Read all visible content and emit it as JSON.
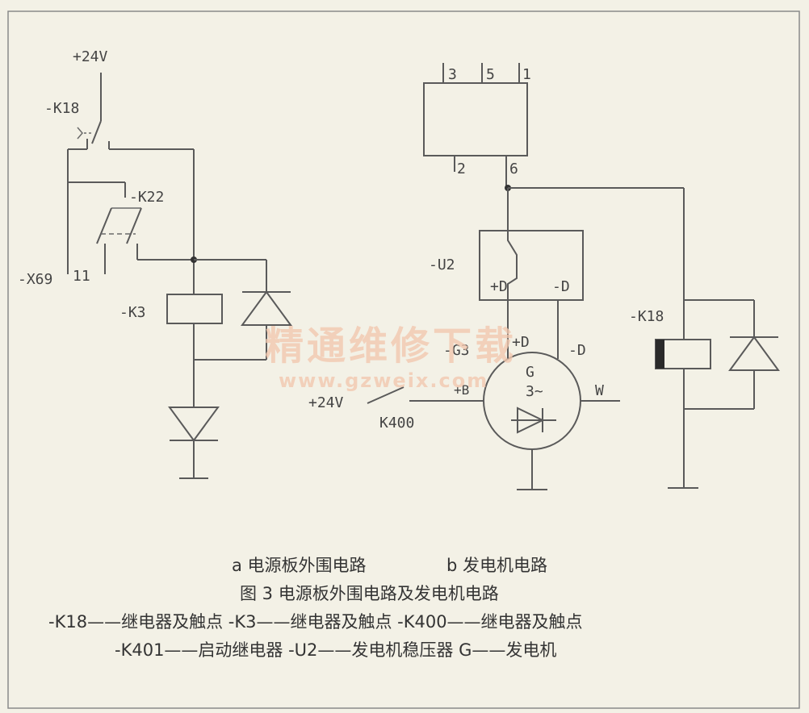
{
  "left_circuit": {
    "supply": "+24V",
    "k18_contact": "-K18",
    "k22_contact": "-K22",
    "connector": "-X69",
    "connector_pin": "11",
    "relay": "-K3"
  },
  "right_circuit": {
    "pins_top": [
      "3",
      "5",
      "1"
    ],
    "pins_bottom": [
      "2",
      "6"
    ],
    "regulator": "-U2",
    "reg_plus": "+D",
    "reg_minus": "-D",
    "gen_g3": "-G3",
    "gen_plus_d": "+D",
    "gen_minus_d": "-D",
    "gen_g": "G",
    "gen_phase": "3~",
    "gen_b": "+B",
    "gen_w": "W",
    "supply": "+24V",
    "k400": "K400",
    "relay_k18": "-K18"
  },
  "watermark": {
    "cn": "精通维修下载",
    "url": "www.gzweix.com"
  },
  "caption": {
    "line1_a": "a  电源板外围电路",
    "line1_b": "b  发电机电路",
    "line2": "图 3  电源板外围电路及发电机电路",
    "line3": "-K18——继电器及触点  -K3——继电器及触点  -K400——继电器及触点",
    "line4": "-K401——启动继电器  -U2——发电机稳压器  G——发电机"
  }
}
